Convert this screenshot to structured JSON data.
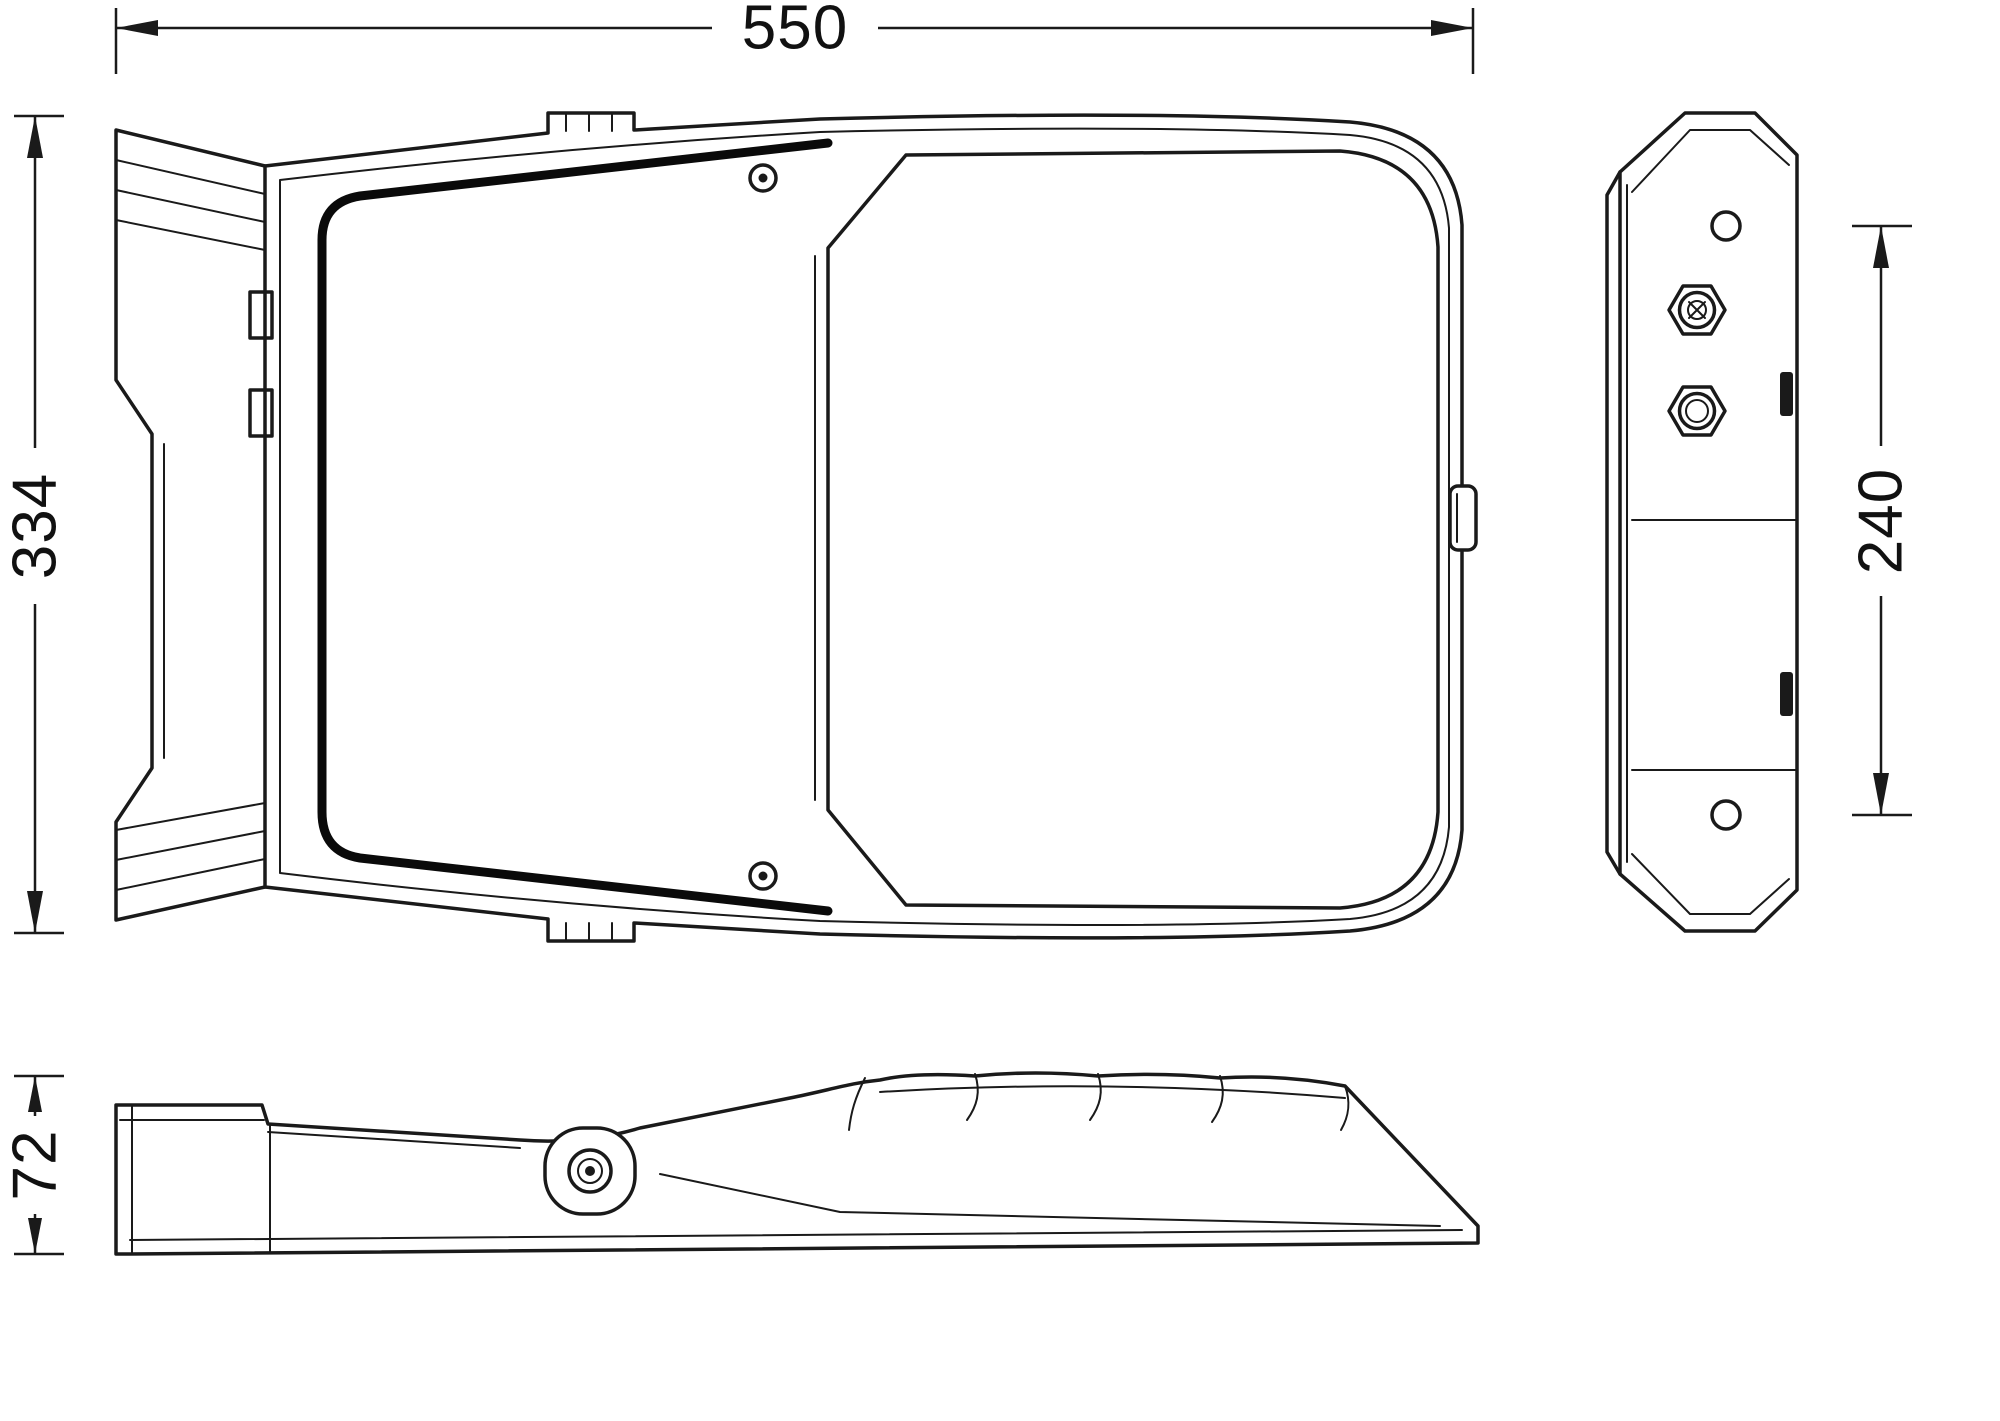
{
  "dimensions": {
    "width_label": "550",
    "height_label": "334",
    "hole_spacing_label": "240",
    "thickness_label": "72"
  }
}
